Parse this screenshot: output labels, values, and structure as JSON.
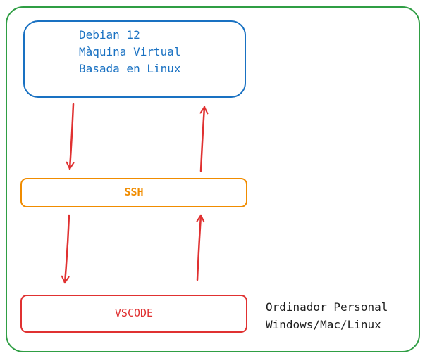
{
  "diagram": {
    "virtual_machine": {
      "lines": [
        "Debian 12",
        "Màquina Virtual",
        "Basada en Linux"
      ]
    },
    "tunnel": {
      "label": "SSH"
    },
    "editor": {
      "label": "VSCODE"
    },
    "host": {
      "lines": [
        "Ordinador Personal",
        "Windows/Mac/Linux"
      ]
    },
    "colors": {
      "outer_border": "#2f9e44",
      "vm_box": "#1971c2",
      "ssh_box": "#f08c00",
      "vscode_box": "#e03131",
      "arrows": "#e03131",
      "host_text": "#1e1e1e"
    }
  }
}
